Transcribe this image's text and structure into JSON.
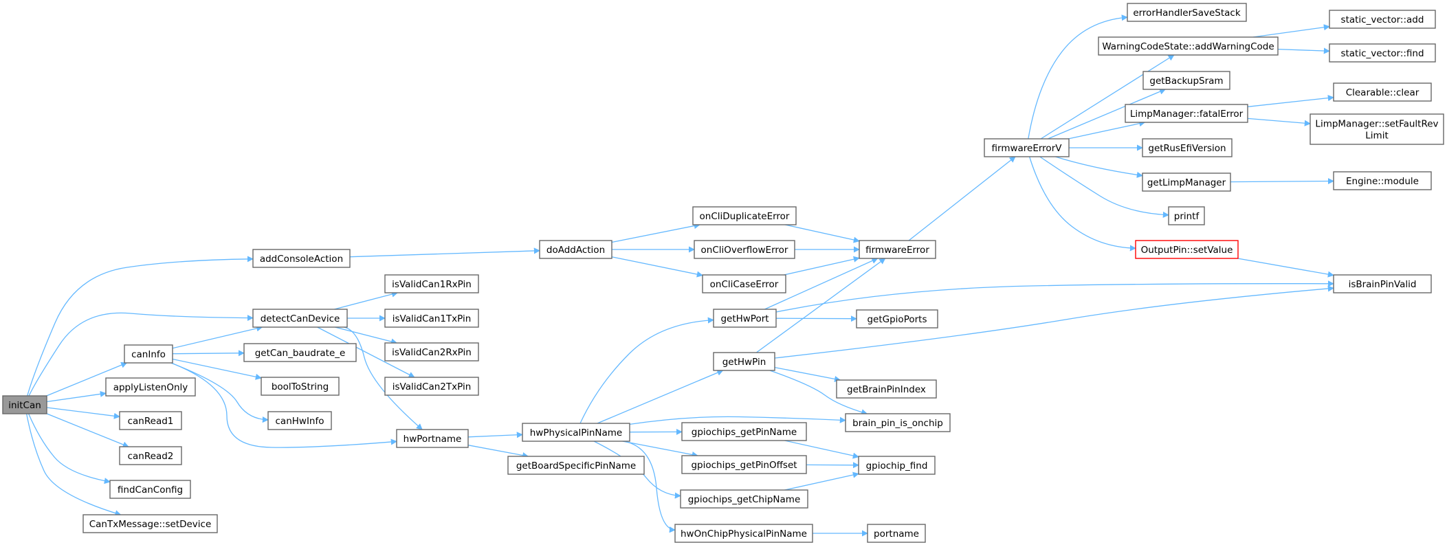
{
  "graph": {
    "colors": {
      "edge": "#63b8ff",
      "node_border": "#666666",
      "root_fill": "#999999",
      "highlight_border": "#ff0000",
      "background": "#ffffff"
    },
    "nodes": [
      {
        "id": "initCan",
        "label": [
          "initCan"
        ],
        "root": true
      },
      {
        "id": "addConsoleAction",
        "label": [
          "addConsoleAction"
        ]
      },
      {
        "id": "detectCanDevice",
        "label": [
          "detectCanDevice"
        ]
      },
      {
        "id": "canInfo",
        "label": [
          "canInfo"
        ]
      },
      {
        "id": "applyListenOnly",
        "label": [
          "applyListenOnly"
        ]
      },
      {
        "id": "canRead1",
        "label": [
          "canRead1"
        ]
      },
      {
        "id": "canRead2",
        "label": [
          "canRead2"
        ]
      },
      {
        "id": "findCanConfig",
        "label": [
          "findCanConfig"
        ]
      },
      {
        "id": "setDevice",
        "label": [
          "CanTxMessage::setDevice"
        ]
      },
      {
        "id": "isValidCan1RxPin",
        "label": [
          "isValidCan1RxPin"
        ]
      },
      {
        "id": "isValidCan1TxPin",
        "label": [
          "isValidCan1TxPin"
        ]
      },
      {
        "id": "isValidCan2RxPin",
        "label": [
          "isValidCan2RxPin"
        ]
      },
      {
        "id": "isValidCan2TxPin",
        "label": [
          "isValidCan2TxPin"
        ]
      },
      {
        "id": "getCan_baudrate_e",
        "label": [
          "getCan_baudrate_e"
        ]
      },
      {
        "id": "boolToString",
        "label": [
          "boolToString"
        ]
      },
      {
        "id": "canHwInfo",
        "label": [
          "canHwInfo"
        ]
      },
      {
        "id": "hwPortname",
        "label": [
          "hwPortname"
        ]
      },
      {
        "id": "doAddAction",
        "label": [
          "doAddAction"
        ]
      },
      {
        "id": "hwPhysicalPinName",
        "label": [
          "hwPhysicalPinName"
        ]
      },
      {
        "id": "getBoardSpecificPinName",
        "label": [
          "getBoardSpecificPinName"
        ]
      },
      {
        "id": "onCliDuplicateError",
        "label": [
          "onCliDuplicateError"
        ]
      },
      {
        "id": "onCliOverflowError",
        "label": [
          "onCliOverflowError"
        ]
      },
      {
        "id": "onCliCaseError",
        "label": [
          "onCliCaseError"
        ]
      },
      {
        "id": "getHwPort",
        "label": [
          "getHwPort"
        ]
      },
      {
        "id": "getHwPin",
        "label": [
          "getHwPin"
        ]
      },
      {
        "id": "gpiochips_getPinName",
        "label": [
          "gpiochips_getPinName"
        ]
      },
      {
        "id": "gpiochips_getPinOffset",
        "label": [
          "gpiochips_getPinOffset"
        ]
      },
      {
        "id": "gpiochips_getChipName",
        "label": [
          "gpiochips_getChipName"
        ]
      },
      {
        "id": "hwOnChipPhysicalPinName",
        "label": [
          "hwOnChipPhysicalPinName"
        ]
      },
      {
        "id": "firmwareError",
        "label": [
          "firmwareError"
        ]
      },
      {
        "id": "getGpioPorts",
        "label": [
          "getGpioPorts"
        ]
      },
      {
        "id": "getBrainPinIndex",
        "label": [
          "getBrainPinIndex"
        ]
      },
      {
        "id": "brain_pin_is_onchip",
        "label": [
          "brain_pin_is_onchip"
        ]
      },
      {
        "id": "gpiochip_find",
        "label": [
          "gpiochip_find"
        ]
      },
      {
        "id": "portname",
        "label": [
          "portname"
        ]
      },
      {
        "id": "firmwareErrorV",
        "label": [
          "firmwareErrorV"
        ]
      },
      {
        "id": "errorHandlerSaveStack",
        "label": [
          "errorHandlerSaveStack"
        ]
      },
      {
        "id": "addWarningCode",
        "label": [
          "WarningCodeState::addWarningCode"
        ]
      },
      {
        "id": "getBackupSram",
        "label": [
          "getBackupSram"
        ]
      },
      {
        "id": "fatalError",
        "label": [
          "LimpManager::fatalError"
        ]
      },
      {
        "id": "getRusEfiVersion",
        "label": [
          "getRusEfiVersion"
        ]
      },
      {
        "id": "getLimpManager",
        "label": [
          "getLimpManager"
        ]
      },
      {
        "id": "printf",
        "label": [
          "printf"
        ]
      },
      {
        "id": "setValue",
        "label": [
          "OutputPin::setValue"
        ],
        "highlight": true
      },
      {
        "id": "sv_add",
        "label": [
          "static_vector::add"
        ]
      },
      {
        "id": "sv_find",
        "label": [
          "static_vector::find"
        ]
      },
      {
        "id": "clear",
        "label": [
          "Clearable::clear"
        ]
      },
      {
        "id": "setFaultRevLimit",
        "label": [
          "LimpManager::setFaultRev",
          "Limit"
        ]
      },
      {
        "id": "module",
        "label": [
          "Engine::module"
        ]
      },
      {
        "id": "isBrainPinValid",
        "label": [
          "isBrainPinValid"
        ]
      }
    ],
    "edges": [
      [
        "initCan",
        "addConsoleAction"
      ],
      [
        "initCan",
        "detectCanDevice"
      ],
      [
        "initCan",
        "canInfo"
      ],
      [
        "initCan",
        "applyListenOnly"
      ],
      [
        "initCan",
        "canRead1"
      ],
      [
        "initCan",
        "canRead2"
      ],
      [
        "initCan",
        "findCanConfig"
      ],
      [
        "initCan",
        "setDevice"
      ],
      [
        "addConsoleAction",
        "doAddAction"
      ],
      [
        "detectCanDevice",
        "isValidCan1RxPin"
      ],
      [
        "detectCanDevice",
        "isValidCan1TxPin"
      ],
      [
        "detectCanDevice",
        "isValidCan2RxPin"
      ],
      [
        "detectCanDevice",
        "isValidCan2TxPin"
      ],
      [
        "detectCanDevice",
        "hwPortname"
      ],
      [
        "canInfo",
        "detectCanDevice"
      ],
      [
        "canInfo",
        "getCan_baudrate_e"
      ],
      [
        "canInfo",
        "boolToString"
      ],
      [
        "canInfo",
        "canHwInfo"
      ],
      [
        "canInfo",
        "hwPortname"
      ],
      [
        "doAddAction",
        "onCliDuplicateError"
      ],
      [
        "doAddAction",
        "onCliOverflowError"
      ],
      [
        "doAddAction",
        "onCliCaseError"
      ],
      [
        "hwPortname",
        "hwPhysicalPinName"
      ],
      [
        "hwPortname",
        "getBoardSpecificPinName"
      ],
      [
        "hwPhysicalPinName",
        "getHwPort"
      ],
      [
        "hwPhysicalPinName",
        "getHwPin"
      ],
      [
        "hwPhysicalPinName",
        "brain_pin_is_onchip"
      ],
      [
        "hwPhysicalPinName",
        "gpiochips_getPinName"
      ],
      [
        "hwPhysicalPinName",
        "gpiochips_getPinOffset"
      ],
      [
        "hwPhysicalPinName",
        "gpiochips_getChipName"
      ],
      [
        "hwPhysicalPinName",
        "hwOnChipPhysicalPinName"
      ],
      [
        "onCliDuplicateError",
        "firmwareError"
      ],
      [
        "onCliOverflowError",
        "firmwareError"
      ],
      [
        "onCliCaseError",
        "firmwareError"
      ],
      [
        "getHwPort",
        "firmwareError"
      ],
      [
        "getHwPort",
        "getGpioPorts"
      ],
      [
        "getHwPort",
        "isBrainPinValid"
      ],
      [
        "getHwPin",
        "firmwareError"
      ],
      [
        "getHwPin",
        "isBrainPinValid"
      ],
      [
        "getHwPin",
        "getBrainPinIndex"
      ],
      [
        "getHwPin",
        "brain_pin_is_onchip"
      ],
      [
        "gpiochips_getPinName",
        "gpiochip_find"
      ],
      [
        "gpiochips_getPinOffset",
        "gpiochip_find"
      ],
      [
        "gpiochips_getChipName",
        "gpiochip_find"
      ],
      [
        "hwOnChipPhysicalPinName",
        "portname"
      ],
      [
        "firmwareError",
        "firmwareErrorV"
      ],
      [
        "firmwareErrorV",
        "errorHandlerSaveStack"
      ],
      [
        "firmwareErrorV",
        "addWarningCode"
      ],
      [
        "firmwareErrorV",
        "getBackupSram"
      ],
      [
        "firmwareErrorV",
        "fatalError"
      ],
      [
        "firmwareErrorV",
        "getRusEfiVersion"
      ],
      [
        "firmwareErrorV",
        "getLimpManager"
      ],
      [
        "firmwareErrorV",
        "printf"
      ],
      [
        "firmwareErrorV",
        "setValue"
      ],
      [
        "addWarningCode",
        "sv_add"
      ],
      [
        "addWarningCode",
        "sv_find"
      ],
      [
        "fatalError",
        "clear"
      ],
      [
        "fatalError",
        "setFaultRevLimit"
      ],
      [
        "getLimpManager",
        "module"
      ],
      [
        "setValue",
        "isBrainPinValid"
      ]
    ]
  }
}
